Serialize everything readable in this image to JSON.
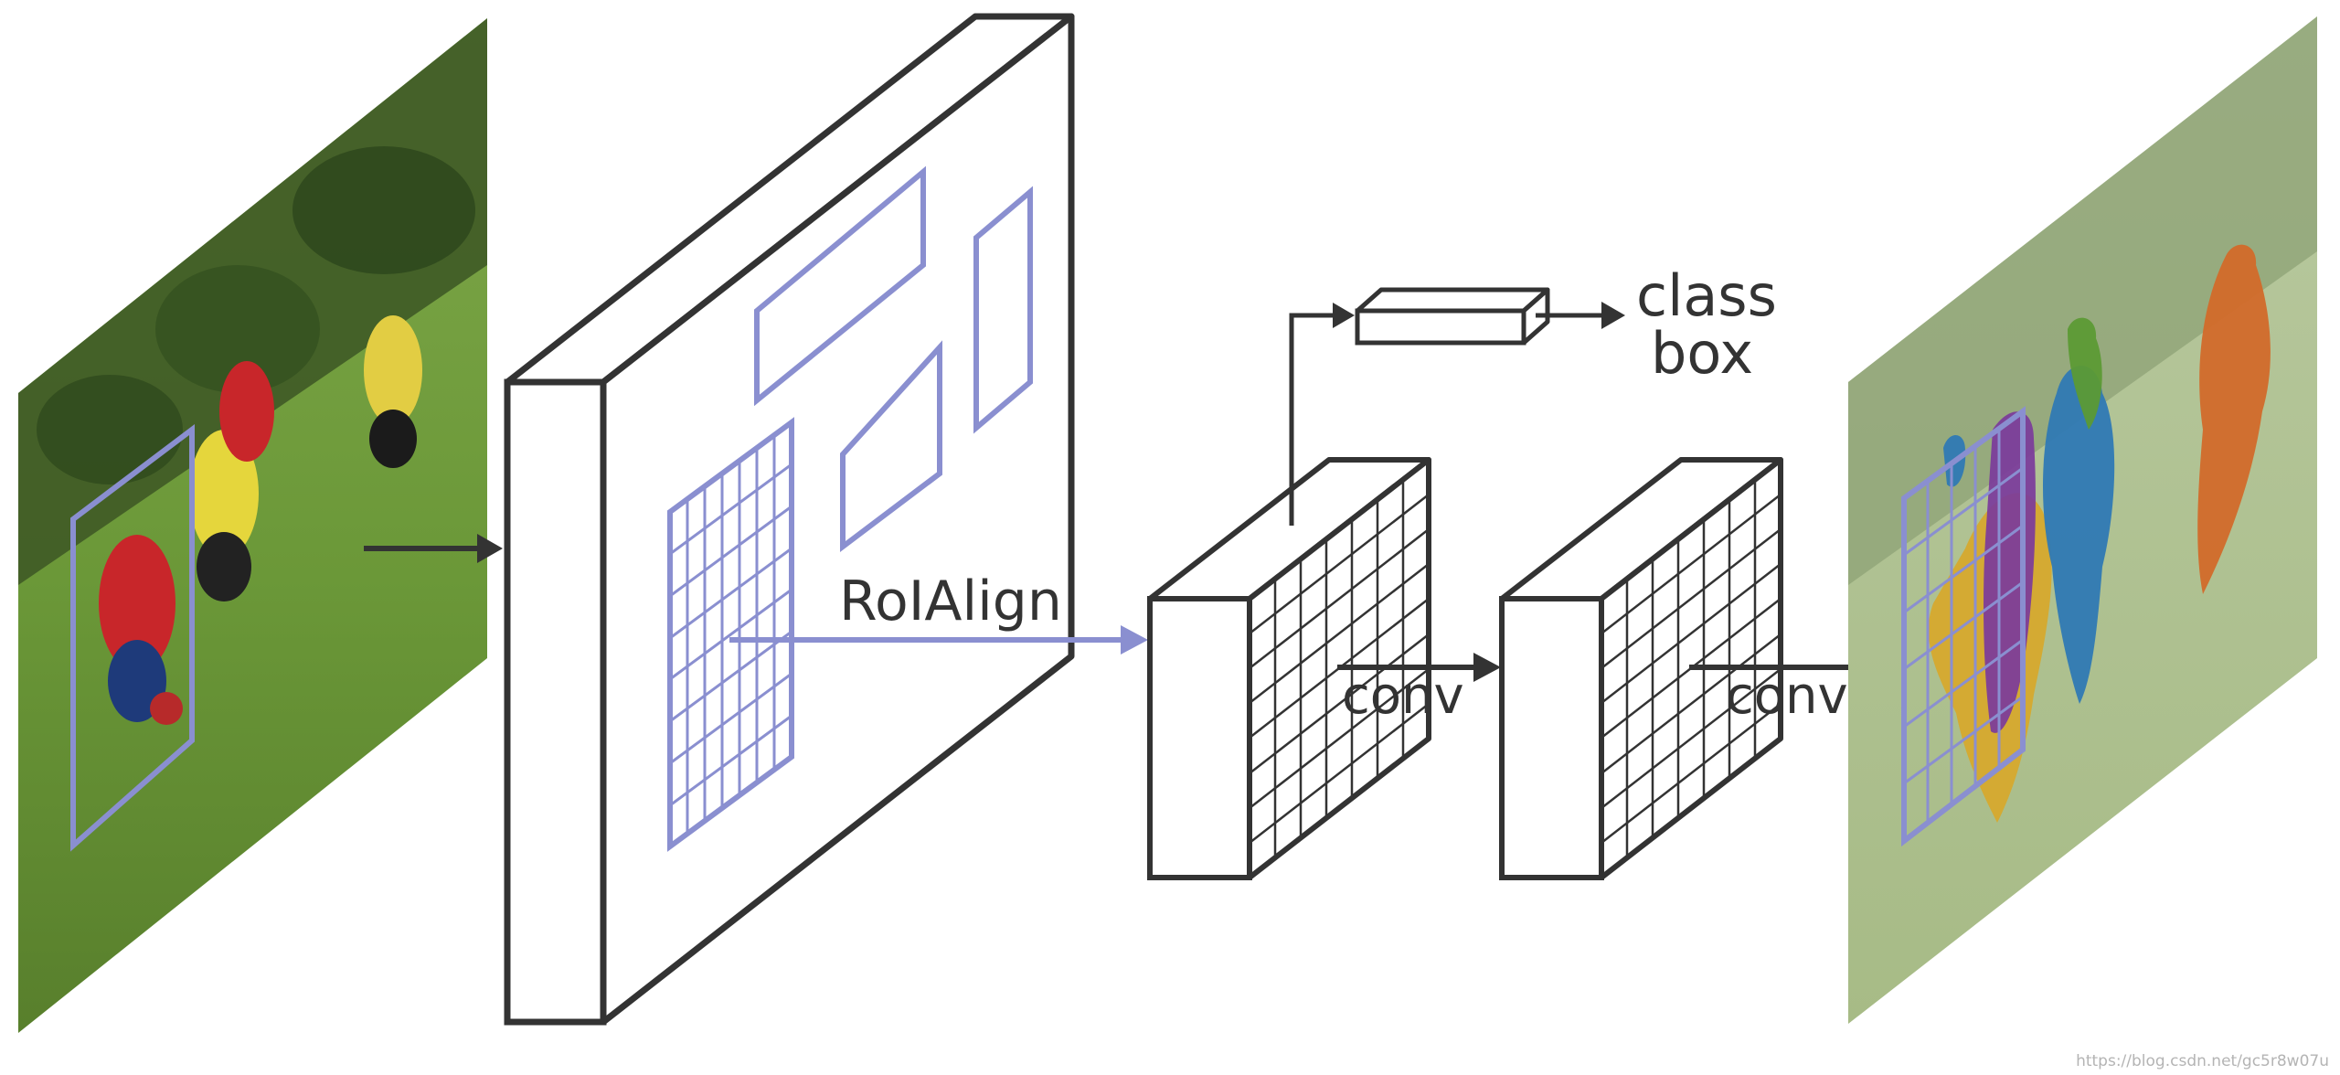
{
  "labels": {
    "roialign": "RoIAlign",
    "conv_1": "conv",
    "conv_2": "conv",
    "class": "class",
    "box": "box"
  },
  "watermark": "https://blog.csdn.net/gc5r8w07u",
  "colors": {
    "outline": "#333333",
    "roi_box": "#8a8fd0",
    "mask_yellow": "#d7a82b",
    "mask_purple": "#7b3b9b",
    "mask_blue": "#2f79b4",
    "mask_green": "#5c9a35",
    "mask_orange": "#d26a2a",
    "grass": "#6f9a3d"
  }
}
